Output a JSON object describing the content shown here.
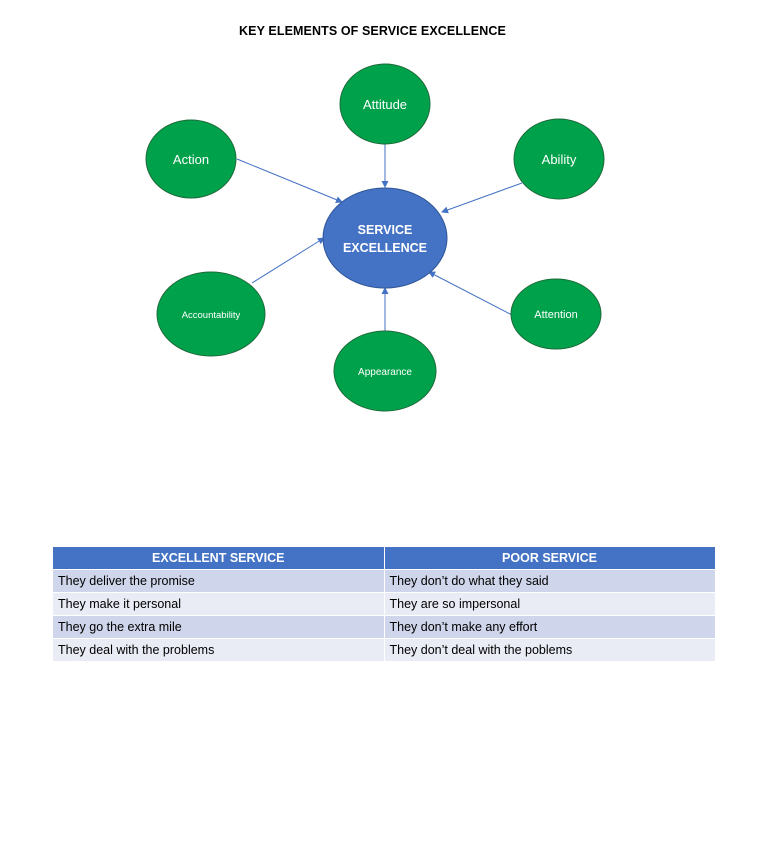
{
  "title": "KEY ELEMENTS OF SERVICE EXCELLENCE",
  "diagram": {
    "center": "SERVICE EXCELLENCE",
    "center_lines": [
      "SERVICE",
      "EXCELLENCE"
    ],
    "nodes": [
      "Attitude",
      "Ability",
      "Attention",
      "Appearance",
      "Accountability",
      "Action"
    ],
    "colors": {
      "center_fill": "#4472c4",
      "node_fill": "#00a14b",
      "connector": "#4472c4"
    }
  },
  "table": {
    "headers": [
      "EXCELLENT SERVICE",
      "POOR SERVICE"
    ],
    "rows": [
      [
        "They deliver the promise",
        "They don’t do what they said"
      ],
      [
        "They make it personal",
        "They are so impersonal"
      ],
      [
        "They go the extra mile",
        "They don’t make any effort"
      ],
      [
        "They deal with the problems",
        "They don’t deal with the poblems"
      ]
    ]
  }
}
